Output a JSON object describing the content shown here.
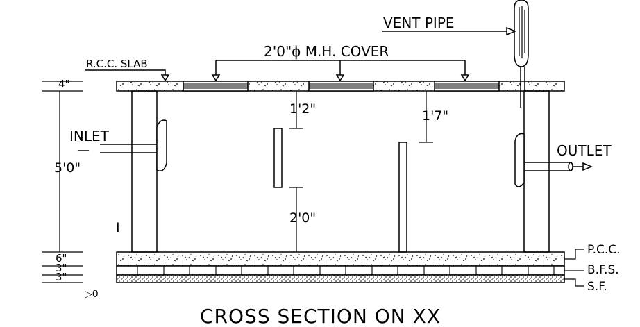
{
  "title": "CROSS SECTION ON XX",
  "labels": {
    "vent_pipe": "VENT PIPE",
    "mh_cover": "2'0\"ϕ M.H. COVER",
    "rcc_slab": "R.C.C. SLAB",
    "inlet": "INLET",
    "outlet": "OUTLET",
    "pcc": "P.C.C.",
    "bfs": "B.F.S.",
    "sf": "S.F."
  },
  "dimensions": {
    "slab_thickness": "4\"",
    "height": "5'0\"",
    "gap_top_1": "1'2\"",
    "gap_top_2": "1'7\"",
    "gap_bottom": "2'0\"",
    "pcc_thickness": "6\"",
    "bfs_thickness": "3\"",
    "sf_thickness": "3\""
  },
  "marks": {
    "section_mark": "I",
    "level_mark": "▷0"
  },
  "colors": {
    "line": "#000000",
    "background": "#ffffff"
  }
}
